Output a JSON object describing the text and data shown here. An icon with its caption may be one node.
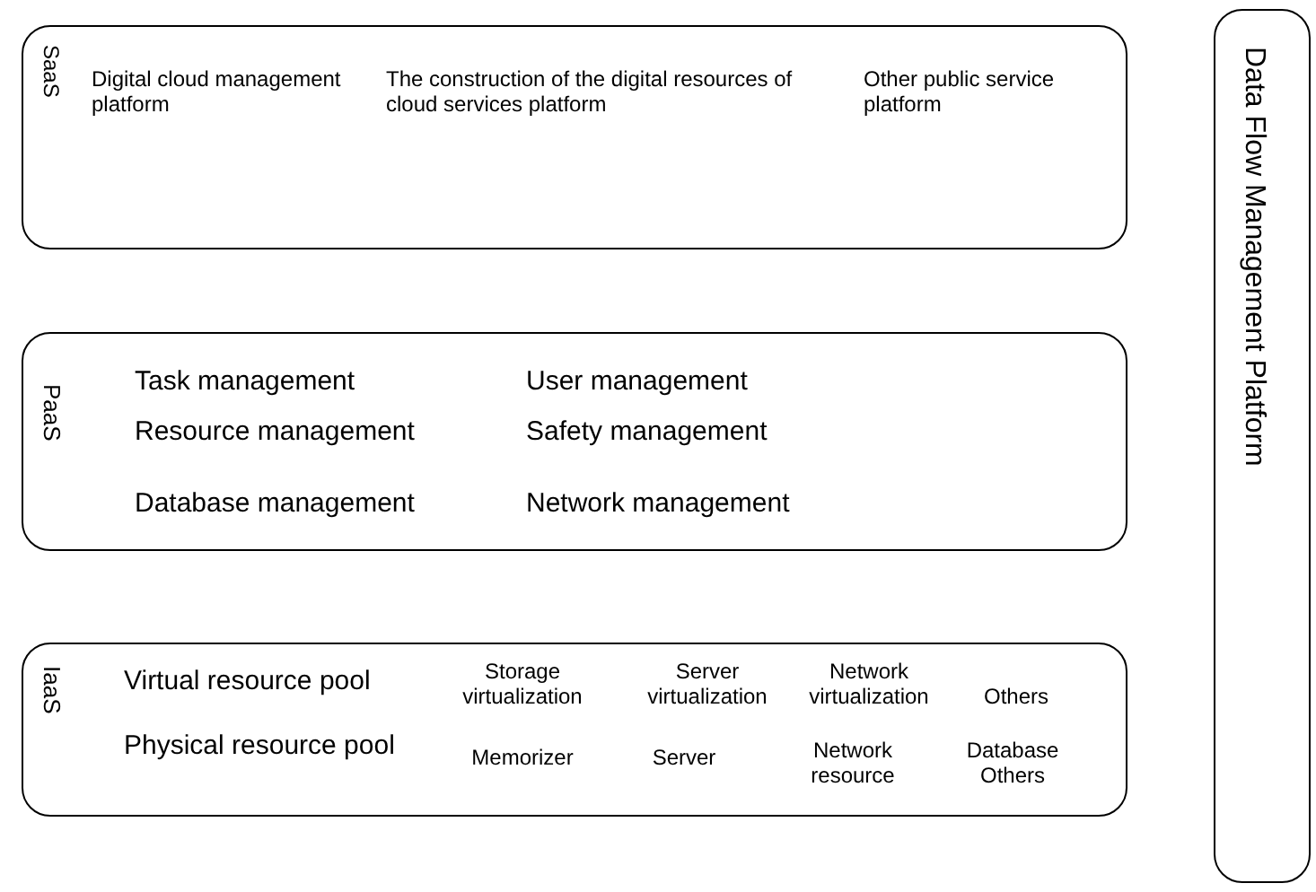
{
  "diagram": {
    "nodes": [
      {
        "text": [
          "SaaS",
          "Digital cloud management platform",
          "The construction of the digital resources of cloud services platform",
          "Other public service platform"
        ]
      },
      {
        "text": [
          "PaaS",
          "Task management",
          "User management",
          "Resource management",
          "Safety management",
          "Database management",
          "Network management"
        ]
      },
      {
        "text": [
          "IaaS",
          "Virtual resource pool",
          "Storage virtualization",
          "Server virtualization",
          "Network virtualization",
          "Others",
          "Physical resource pool",
          "Memorizer",
          "Server",
          "Network resource",
          "Database Others"
        ]
      },
      {
        "text": [
          "Data Flow Management Platform"
        ]
      }
    ]
  }
}
